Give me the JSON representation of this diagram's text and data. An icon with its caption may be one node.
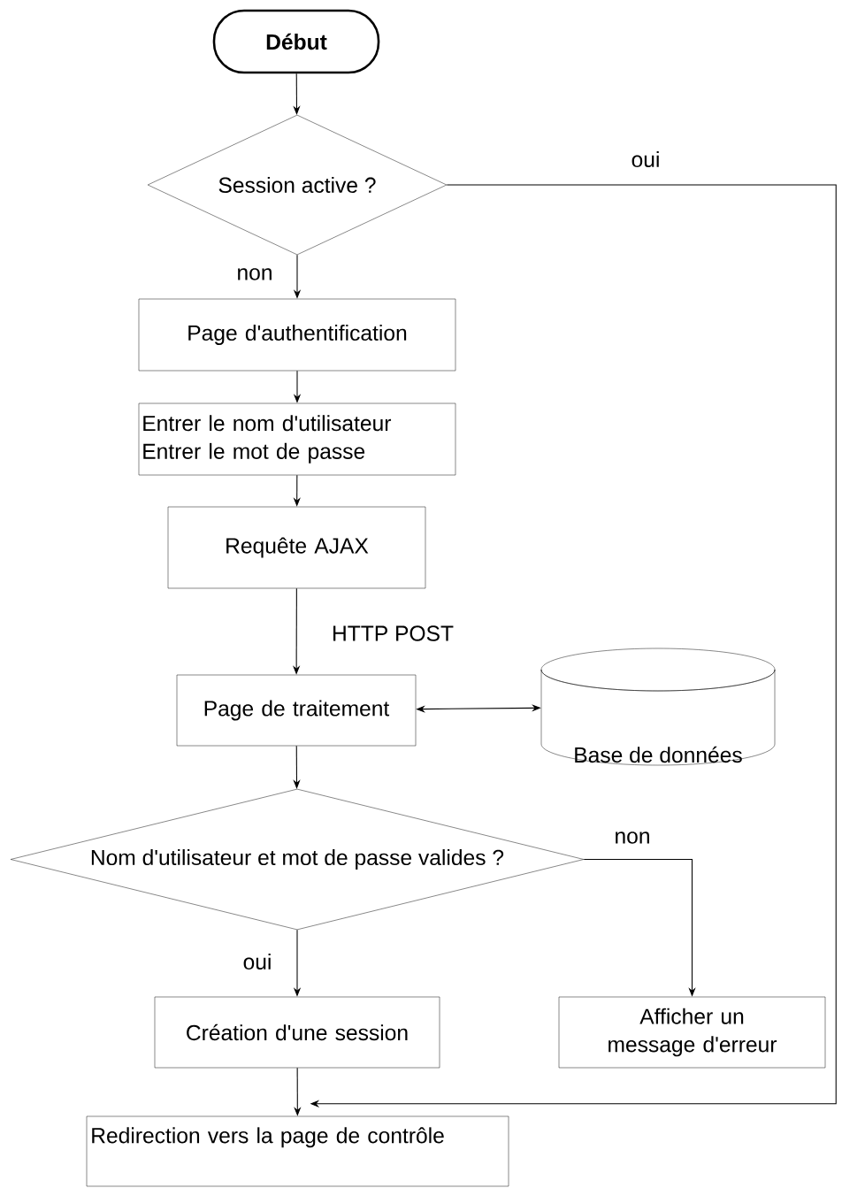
{
  "diagram": {
    "nodes": [
      {
        "text": [
          "Début"
        ]
      },
      {
        "text": [
          "Session active ?"
        ]
      },
      {
        "text": [
          "Page d'authentification"
        ]
      },
      {
        "text": [
          "Entrer le nom d'utilisateur Entrer le mot de passe"
        ]
      },
      {
        "text": [
          "Requête AJAX"
        ]
      },
      {
        "text": [
          "Page de traitement"
        ]
      },
      {
        "text": [
          "Base de données"
        ]
      },
      {
        "text": [
          "Nom d'utilisateur et mot de passe valides ?"
        ]
      },
      {
        "text": [
          "Création d'une session"
        ]
      },
      {
        "text": [
          "Afficher un message d'erreur"
        ]
      },
      {
        "text": [
          "Redirection vers la page de contrôle"
        ]
      }
    ],
    "edges": [
      {
        "from": 0,
        "to": 1,
        "arrow": "to"
      },
      {
        "from": 1,
        "to": 10,
        "arrow": "to",
        "label": "oui"
      },
      {
        "from": 1,
        "to": 2,
        "arrow": "to",
        "label": "non"
      },
      {
        "from": 2,
        "to": 3,
        "arrow": "to"
      },
      {
        "from": 3,
        "to": 4,
        "arrow": "to"
      },
      {
        "from": 4,
        "to": 5,
        "arrow": "to",
        "label": "HTTP POST"
      },
      {
        "from": 5,
        "to": 6,
        "arrow": "both"
      },
      {
        "from": 5,
        "to": 7,
        "arrow": "to"
      },
      {
        "from": 7,
        "to": 9,
        "arrow": "to",
        "label": "non"
      },
      {
        "from": 7,
        "to": 8,
        "arrow": "to",
        "label": "oui"
      },
      {
        "from": 8,
        "to": 10,
        "arrow": "to"
      }
    ]
  }
}
